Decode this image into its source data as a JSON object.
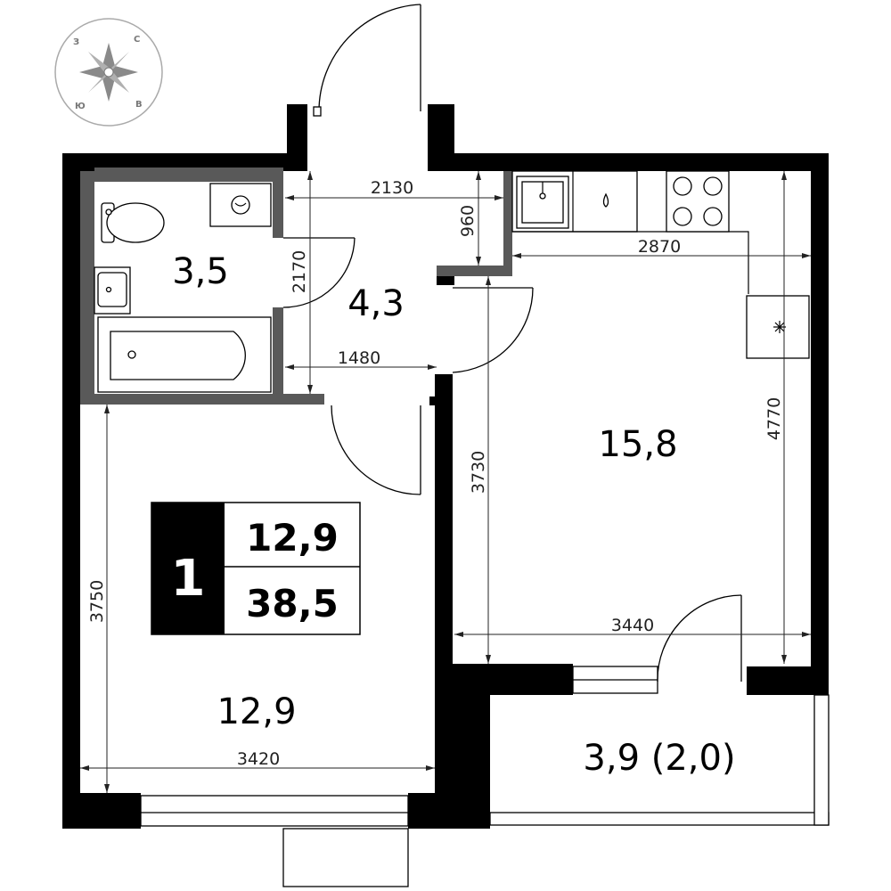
{
  "compass": {
    "north": "С",
    "east": "В",
    "south": "Ю",
    "west": "З"
  },
  "rooms": {
    "bathroom": "3,5",
    "hall": "4,3",
    "kitchen": "15,8",
    "living": "12,9",
    "balcony": "3,9 (2,0)"
  },
  "badge": {
    "rooms": "1",
    "living_area": "12,9",
    "total_area": "38,5"
  },
  "dimensions": {
    "hall_width": "2130",
    "hall_depth": "960",
    "bath_height": "2170",
    "hall_lower": "1480",
    "kitchen_top": "2870",
    "kitchen_height": "4770",
    "kitchen_inner": "3730",
    "kitchen_width": "3440",
    "living_height": "3750",
    "living_width": "3420"
  },
  "colors": {
    "wall": "#000000",
    "partition": "#595959",
    "compass": "#888888"
  },
  "icons": [
    "compass-icon",
    "toilet-icon",
    "washing-machine-icon",
    "sink-icon",
    "bathtub-icon",
    "stove-icon",
    "kitchen-sink-icon",
    "water-drop-icon",
    "ventilation-icon"
  ]
}
